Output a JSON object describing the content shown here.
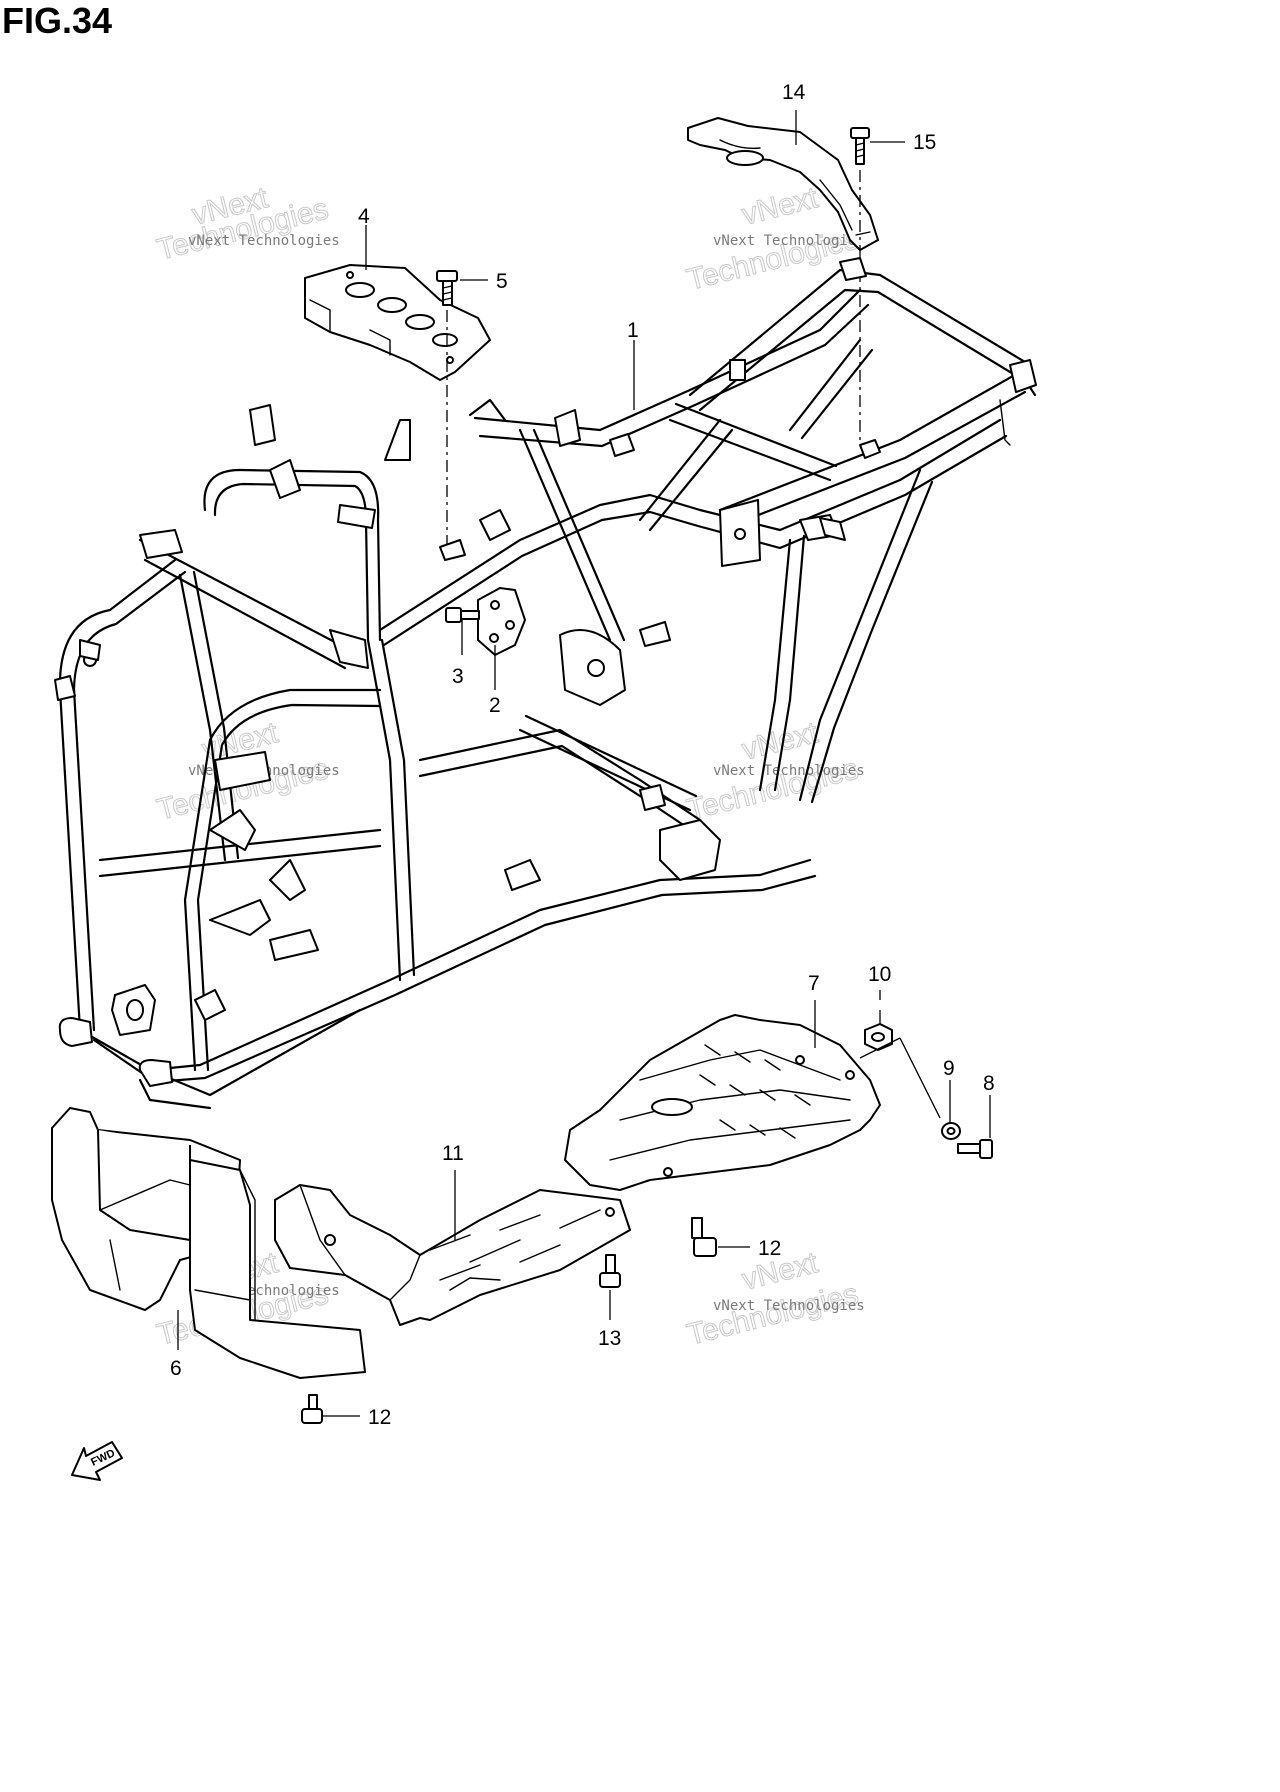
{
  "figure": {
    "title": "FIG.34"
  },
  "callouts": [
    {
      "id": "1",
      "label": "1"
    },
    {
      "id": "2",
      "label": "2"
    },
    {
      "id": "3",
      "label": "3"
    },
    {
      "id": "4",
      "label": "4"
    },
    {
      "id": "5",
      "label": "5"
    },
    {
      "id": "6",
      "label": "6"
    },
    {
      "id": "7",
      "label": "7"
    },
    {
      "id": "8",
      "label": "8"
    },
    {
      "id": "9",
      "label": "9"
    },
    {
      "id": "10",
      "label": "10"
    },
    {
      "id": "11",
      "label": "11"
    },
    {
      "id": "12a",
      "label": "12"
    },
    {
      "id": "12b",
      "label": "12"
    },
    {
      "id": "13",
      "label": "13"
    },
    {
      "id": "14",
      "label": "14"
    },
    {
      "id": "15",
      "label": "15"
    }
  ],
  "watermark": {
    "small": "vNext Technologies",
    "big_line1": "vNext",
    "big_line2": "Technologies"
  },
  "fwd_label": "FWD"
}
